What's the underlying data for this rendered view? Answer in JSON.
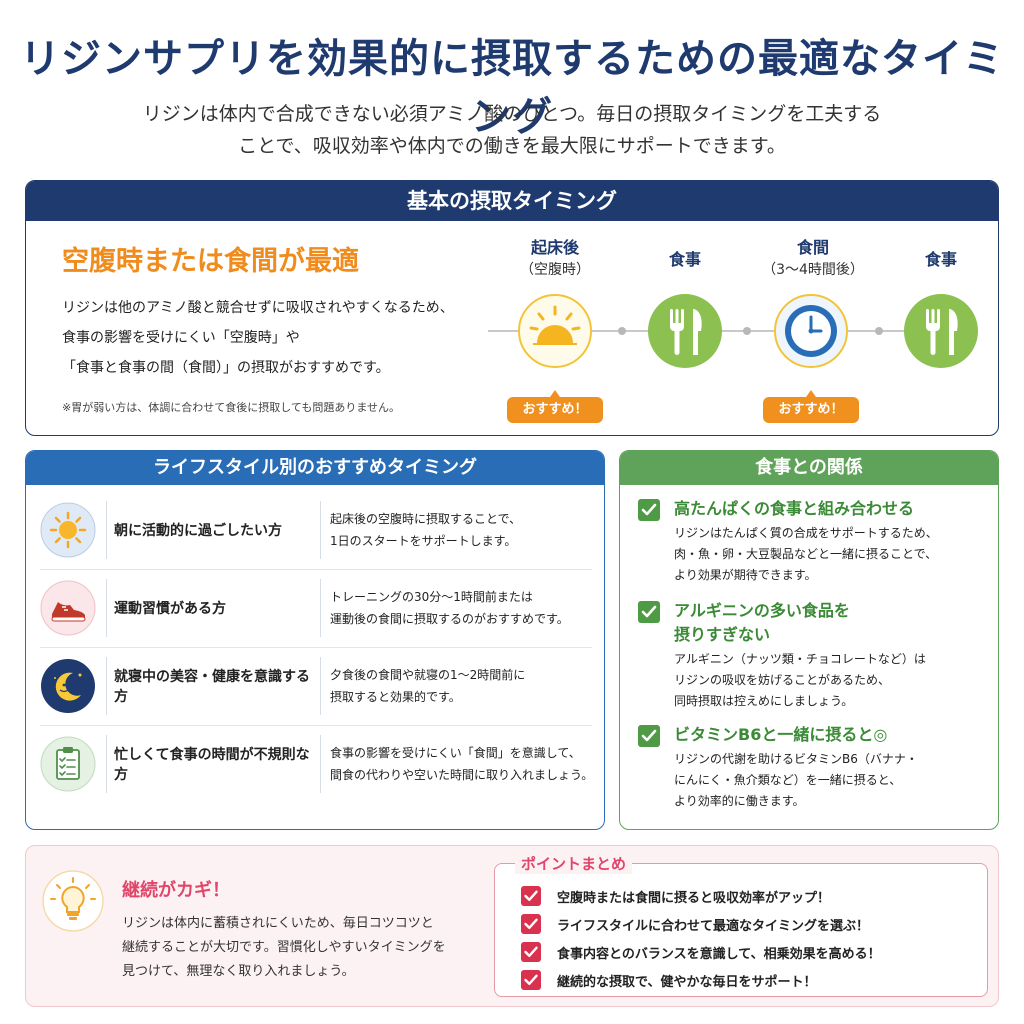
{
  "header": {
    "title": "リジンサプリを効果的に摂取するための最適なタイミング",
    "intro_line1": "リジンは体内で合成できない必須アミノ酸のひとつ。毎日の摂取タイミングを工夫する",
    "intro_line2": "ことで、吸収効率や体内での働きを最大限にサポートできます。"
  },
  "basic": {
    "header": "基本の摂取タイミング",
    "heading": "空腹時または食間が最適",
    "desc_line1": "リジンは他のアミノ酸と競合せずに吸収されやすくなるため、",
    "desc_line2": "食事の影響を受けにくい「空腹時」や",
    "desc_line3": "「食事と食事の間（食間）」の摂取がおすすめです。",
    "note": "※胃が弱い方は、体調に合わせて食後に摂取しても問題ありません。",
    "timeline": [
      {
        "label": "起床後",
        "sub": "（空腹時）",
        "icon": "sun-icon",
        "badge": "おすすめ！"
      },
      {
        "label": "食事",
        "sub": "",
        "icon": "fork-knife-icon",
        "badge": ""
      },
      {
        "label": "食間",
        "sub": "（3〜4時間後）",
        "icon": "clock-icon",
        "badge": "おすすめ！"
      },
      {
        "label": "食事",
        "sub": "",
        "icon": "fork-knife-icon",
        "badge": ""
      }
    ],
    "colors": {
      "navy": "#1e3a6e",
      "orange": "#f0901e",
      "green": "#8cc152",
      "blue": "#2a6db7"
    }
  },
  "lifestyle": {
    "header": "ライフスタイル別のおすすめタイミング",
    "rows": [
      {
        "icon": "sun-icon",
        "title": "朝に活動的に過ごしたい方",
        "desc_line1": "起床後の空腹時に摂取することで、",
        "desc_line2": "1日のスタートをサポートします。"
      },
      {
        "icon": "sneaker-icon",
        "title": "運動習慣がある方",
        "desc_line1": "トレーニングの30分〜1時間前または",
        "desc_line2": "運動後の食間に摂取するのがおすすめです。"
      },
      {
        "icon": "moon-icon",
        "title": "就寝中の美容・健康を意識する方",
        "desc_line1": "夕食後の食間や就寝の1〜2時間前に",
        "desc_line2": "摂取すると効果的です。"
      },
      {
        "icon": "clipboard-icon",
        "title": "忙しくて食事の時間が不規則な方",
        "desc_line1": "食事の影響を受けにくい「食間」を意識して、",
        "desc_line2": "間食の代わりや空いた時間に取り入れましょう。"
      }
    ]
  },
  "food": {
    "header": "食事との関係",
    "items": [
      {
        "title_line1": "高たんぱくの食事と組み合わせる",
        "title_line2": "",
        "desc_line1": "リジンはたんぱく質の合成をサポートするため、",
        "desc_line2": "肉・魚・卵・大豆製品などと一緒に摂ることで、",
        "desc_line3": "より効果が期待できます。"
      },
      {
        "title_line1": "アルギニンの多い食品を",
        "title_line2": "摂りすぎない",
        "desc_line1": "アルギニン（ナッツ類・チョコレートなど）は",
        "desc_line2": "リジンの吸収を妨げることがあるため、",
        "desc_line3": "同時摂取は控えめにしましょう。"
      },
      {
        "title_line1": "ビタミンB6と一緒に摂ると◎",
        "title_line2": "",
        "desc_line1": "リジンの代謝を助けるビタミンB6（バナナ・",
        "desc_line2": "にんにく・魚介類など）を一緒に摂ると、",
        "desc_line3": "より効率的に働きます。"
      }
    ]
  },
  "continuation": {
    "title": "継続がカギ！",
    "desc_line1": "リジンは体内に蓄積されにくいため、毎日コツコツと",
    "desc_line2": "継続することが大切です。習慣化しやすいタイミングを",
    "desc_line3": "見つけて、無理なく取り入れましょう。",
    "points_label": "ポイントまとめ",
    "points": [
      "空腹時または食間に摂ると吸収効率がアップ！",
      "ライフスタイルに合わせて最適なタイミングを選ぶ！",
      "食事内容とのバランスを意識して、相乗効果を高める！",
      "継続的な摂取で、健やかな毎日をサポート！"
    ]
  }
}
